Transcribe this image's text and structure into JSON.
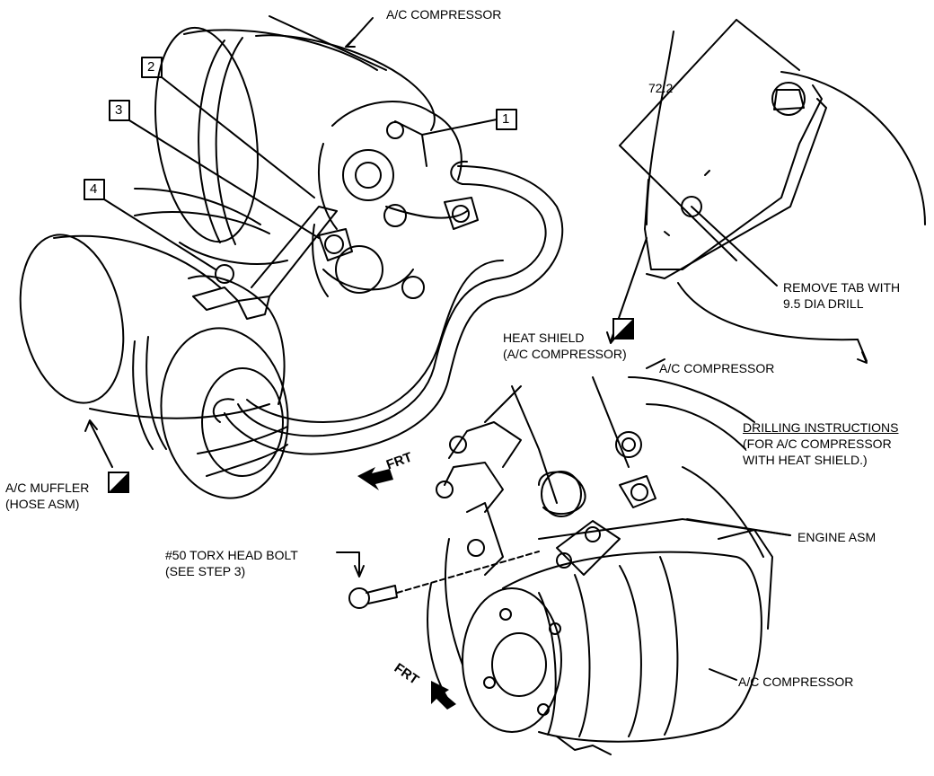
{
  "labels": {
    "ac_compressor_top": "A/C COMPRESSOR",
    "callout_1": "1",
    "callout_2": "2",
    "callout_3": "3",
    "callout_4": "4",
    "dimension": "72.2",
    "remove_tab_line1": "REMOVE TAB WITH",
    "remove_tab_line2": "9.5 DIA DRILL",
    "heat_shield_line1": "HEAT SHIELD",
    "heat_shield_line2": "(A/C COMPRESSOR)",
    "ac_compressor_right": "A/C COMPRESSOR",
    "drilling_line1": "DRILLING INSTRUCTIONS",
    "drilling_line2": "(FOR A/C COMPRESSOR",
    "drilling_line3": "WITH HEAT SHIELD.)",
    "muffler_line1": "A/C MUFFLER",
    "muffler_line2": "(HOSE ASM)",
    "frt_upper": "FRT",
    "frt_lower": "FRT",
    "engine_asm": "ENGINE ASM",
    "torx_line1": "#50 TORX HEAD BOLT",
    "torx_line2": "(SEE STEP 3)",
    "ac_compressor_bottom": "A/C COMPRESSOR"
  }
}
